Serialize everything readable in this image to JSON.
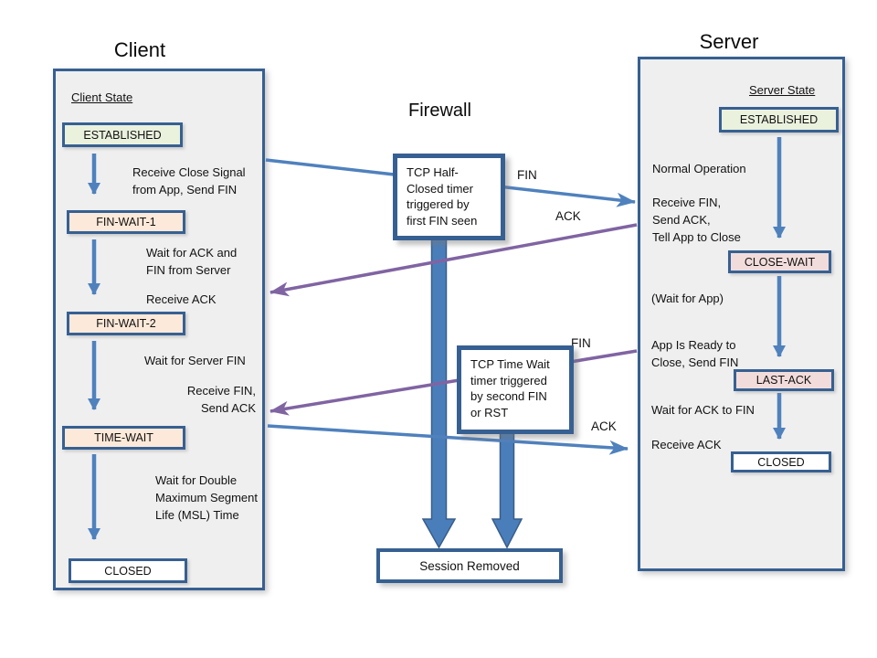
{
  "client": {
    "title": "Client",
    "state_heading": "Client State",
    "states": {
      "established": "ESTABLISHED",
      "fin_wait_1": "FIN-WAIT-1",
      "fin_wait_2": "FIN-WAIT-2",
      "time_wait": "TIME-WAIT",
      "closed": "CLOSED"
    },
    "annotations": {
      "send_fin": "Receive Close Signal\nfrom App, Send FIN",
      "wait_ack_fin": "Wait for ACK and\nFIN from Server",
      "receive_ack": "Receive ACK",
      "wait_server_fin": "Wait for Server FIN",
      "receive_fin_send_ack": "Receive FIN,\nSend ACK",
      "wait_msl": "Wait for Double\nMaximum Segment\nLife (MSL) Time"
    }
  },
  "server": {
    "title": "Server",
    "state_heading": "Server State",
    "states": {
      "established": "ESTABLISHED",
      "close_wait": "CLOSE-WAIT",
      "last_ack": "LAST-ACK",
      "closed": "CLOSED"
    },
    "annotations": {
      "normal_operation": "Normal Operation",
      "receive_fin": "Receive FIN,\nSend ACK,\nTell App to Close",
      "wait_for_app": "(Wait for App)",
      "app_ready": "App Is Ready to\nClose, Send FIN",
      "wait_ack_to_fin": "Wait for ACK to FIN",
      "receive_ack": "Receive ACK"
    }
  },
  "firewall": {
    "title": "Firewall",
    "timer1": "TCP Half-\nClosed timer\ntriggered by\nfirst FIN seen",
    "timer2": "TCP Time Wait\ntimer triggered\nby second FIN\nor RST",
    "session_removed": "Session Removed"
  },
  "messages": {
    "fin1": "FIN",
    "ack1": "ACK",
    "fin2": "FIN",
    "ack2": "ACK"
  },
  "colors": {
    "blue": "#4F81BD",
    "blue_dark": "#3B5F8C",
    "purple": "#8064A2",
    "border": "#376092",
    "panel_bg": "#EFEFEF",
    "established_bg": "#EAF1DD",
    "client_wait_bg": "#FDE9D9",
    "server_wait_bg": "#F2DCDB"
  }
}
